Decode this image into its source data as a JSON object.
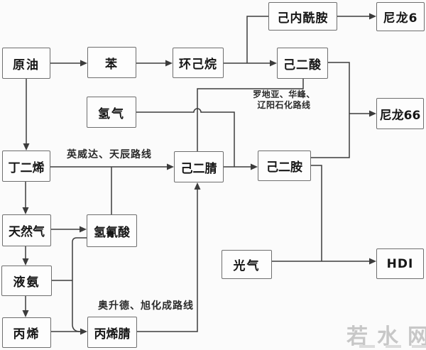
{
  "diagram": {
    "nodes": {
      "crude_oil": {
        "label": "原油"
      },
      "benzene": {
        "label": "苯"
      },
      "cyclohexane": {
        "label": "环己烷"
      },
      "caprolactam": {
        "label": "己内酰胺"
      },
      "nylon6": {
        "label": "尼龙6"
      },
      "adipic_acid": {
        "label": "己二酸"
      },
      "hydrogen": {
        "label": "氢气"
      },
      "nylon66": {
        "label": "尼龙66"
      },
      "butadiene": {
        "label": "丁二烯"
      },
      "adiponitrile": {
        "label": "己二腈"
      },
      "hexamethylenediamine": {
        "label": "己二胺"
      },
      "natural_gas": {
        "label": "天然气"
      },
      "hydrogen_cyanide": {
        "label": "氢氰酸"
      },
      "liquid_ammonia": {
        "label": "液氨"
      },
      "propylene": {
        "label": "丙烯"
      },
      "acrylonitrile": {
        "label": "丙烯腈"
      },
      "phosgene": {
        "label": "光气"
      },
      "hdi": {
        "label": "HDI"
      }
    },
    "route_labels": {
      "invista_tianchen": "英威达、天辰路线",
      "rhodia_line1": "罗地亚、华峰、",
      "rhodia_line2": "辽阳石化路线",
      "ascend_asahi": "奥升德、旭化成路线"
    },
    "edges": [
      {
        "from": "crude_oil",
        "to": "benzene"
      },
      {
        "from": "benzene",
        "to": "cyclohexane"
      },
      {
        "from": "cyclohexane",
        "to": "adipic_acid"
      },
      {
        "from": "cyclohexane",
        "to": "caprolactam"
      },
      {
        "from": "caprolactam",
        "to": "nylon6"
      },
      {
        "from": "adipic_acid",
        "to": "nylon66"
      },
      {
        "from": "adipic_acid",
        "to": "adiponitrile",
        "label": "罗地亚、华峰、辽阳石化路线"
      },
      {
        "from": "hydrogen",
        "to": "hexamethylenediamine"
      },
      {
        "from": "crude_oil",
        "to": "butadiene"
      },
      {
        "from": "butadiene",
        "to": "adiponitrile",
        "label": "英威达、天辰路线"
      },
      {
        "from": "hydrogen_cyanide",
        "to": "adiponitrile"
      },
      {
        "from": "butadiene",
        "to": "natural_gas"
      },
      {
        "from": "natural_gas",
        "to": "hydrogen_cyanide"
      },
      {
        "from": "natural_gas",
        "to": "liquid_ammonia"
      },
      {
        "from": "liquid_ammonia",
        "to": "hydrogen_cyanide"
      },
      {
        "from": "liquid_ammonia",
        "to": "propylene"
      },
      {
        "from": "liquid_ammonia",
        "to": "acrylonitrile"
      },
      {
        "from": "propylene",
        "to": "acrylonitrile",
        "label": "奥升德、旭化成路线"
      },
      {
        "from": "acrylonitrile",
        "to": "adiponitrile"
      },
      {
        "from": "adiponitrile",
        "to": "hexamethylenediamine"
      },
      {
        "from": "hexamethylenediamine",
        "to": "nylon66"
      },
      {
        "from": "hexamethylenediamine",
        "to": "hdi"
      },
      {
        "from": "phosgene",
        "to": "hdi"
      }
    ]
  },
  "watermark": {
    "text": "若水网"
  },
  "colors": {
    "line": "#3c3c3c",
    "box_border": "#6e6e6e",
    "text": "#161616",
    "background": "#fbfbfb",
    "watermark": "#c7c7c7"
  }
}
